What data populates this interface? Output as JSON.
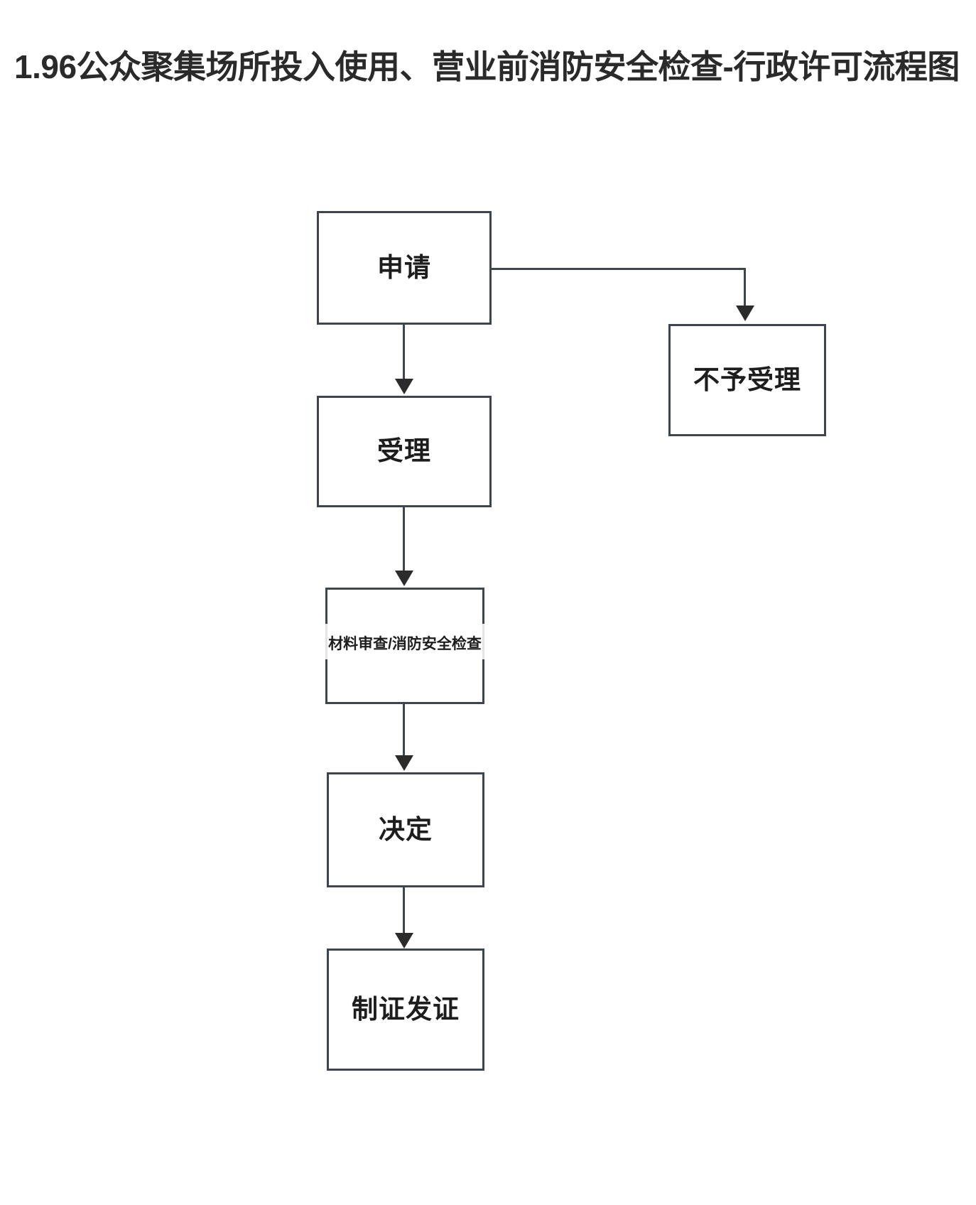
{
  "page": {
    "title": "1.96公众聚集场所投入使用、营业前消防安全检查-行政许可流程图",
    "background_color": "#ffffff",
    "border_color": "#3f454d",
    "text_color": "#1d1d1d"
  },
  "chart_data": {
    "type": "diagram",
    "title": "1.96公众聚集场所投入使用、营业前消防安全检查-行政许可流程图",
    "nodes": [
      {
        "id": "apply",
        "label": "申请",
        "shape": "rect"
      },
      {
        "id": "reject",
        "label": "不予受理",
        "shape": "rect"
      },
      {
        "id": "accept",
        "label": "受理",
        "shape": "rect"
      },
      {
        "id": "review",
        "label": "材料审查/消防安全检查",
        "shape": "rect"
      },
      {
        "id": "decide",
        "label": "决定",
        "shape": "rect"
      },
      {
        "id": "issue",
        "label": "制证发证",
        "shape": "rect"
      }
    ],
    "edges": [
      {
        "from": "apply",
        "to": "accept",
        "label": "",
        "style": "arrow-down"
      },
      {
        "from": "apply",
        "to": "reject",
        "label": "",
        "style": "arrow-right-down"
      },
      {
        "from": "accept",
        "to": "review",
        "label": "",
        "style": "arrow-down"
      },
      {
        "from": "review",
        "to": "decide",
        "label": "",
        "style": "arrow-down"
      },
      {
        "from": "decide",
        "to": "issue",
        "label": "",
        "style": "arrow-down"
      }
    ]
  },
  "nodes": {
    "apply": {
      "label": "申请"
    },
    "reject": {
      "label": "不予受理"
    },
    "accept": {
      "label": "受理"
    },
    "review": {
      "label": "材料审查/消防安全检查"
    },
    "decide": {
      "label": "决定"
    },
    "issue": {
      "label": "制证发证"
    }
  },
  "watermark": {
    "ghost_text": ""
  }
}
